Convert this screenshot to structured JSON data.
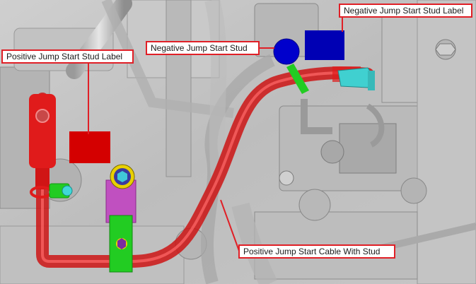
{
  "callouts": {
    "negative_label": "Negative Jump Start Stud Label",
    "negative_stud": "Negative Jump Start Stud",
    "positive_label": "Positive Jump Start Stud Label",
    "positive_cable": "Positive Jump Start Cable With Stud"
  },
  "colors": {
    "callout_border": "#e01f26",
    "positive_cable": "#e01b1b",
    "negative_stud": "#0000cc",
    "negative_label_block": "#0000b4",
    "positive_label_block": "#d40000",
    "green_parts": "#22cc22",
    "magenta_bracket": "#c050c0",
    "cyan_terminal": "#40d0d0",
    "yellow_nut": "#e8d000"
  },
  "icons": [
    "engine-background",
    "bolt-icon"
  ]
}
